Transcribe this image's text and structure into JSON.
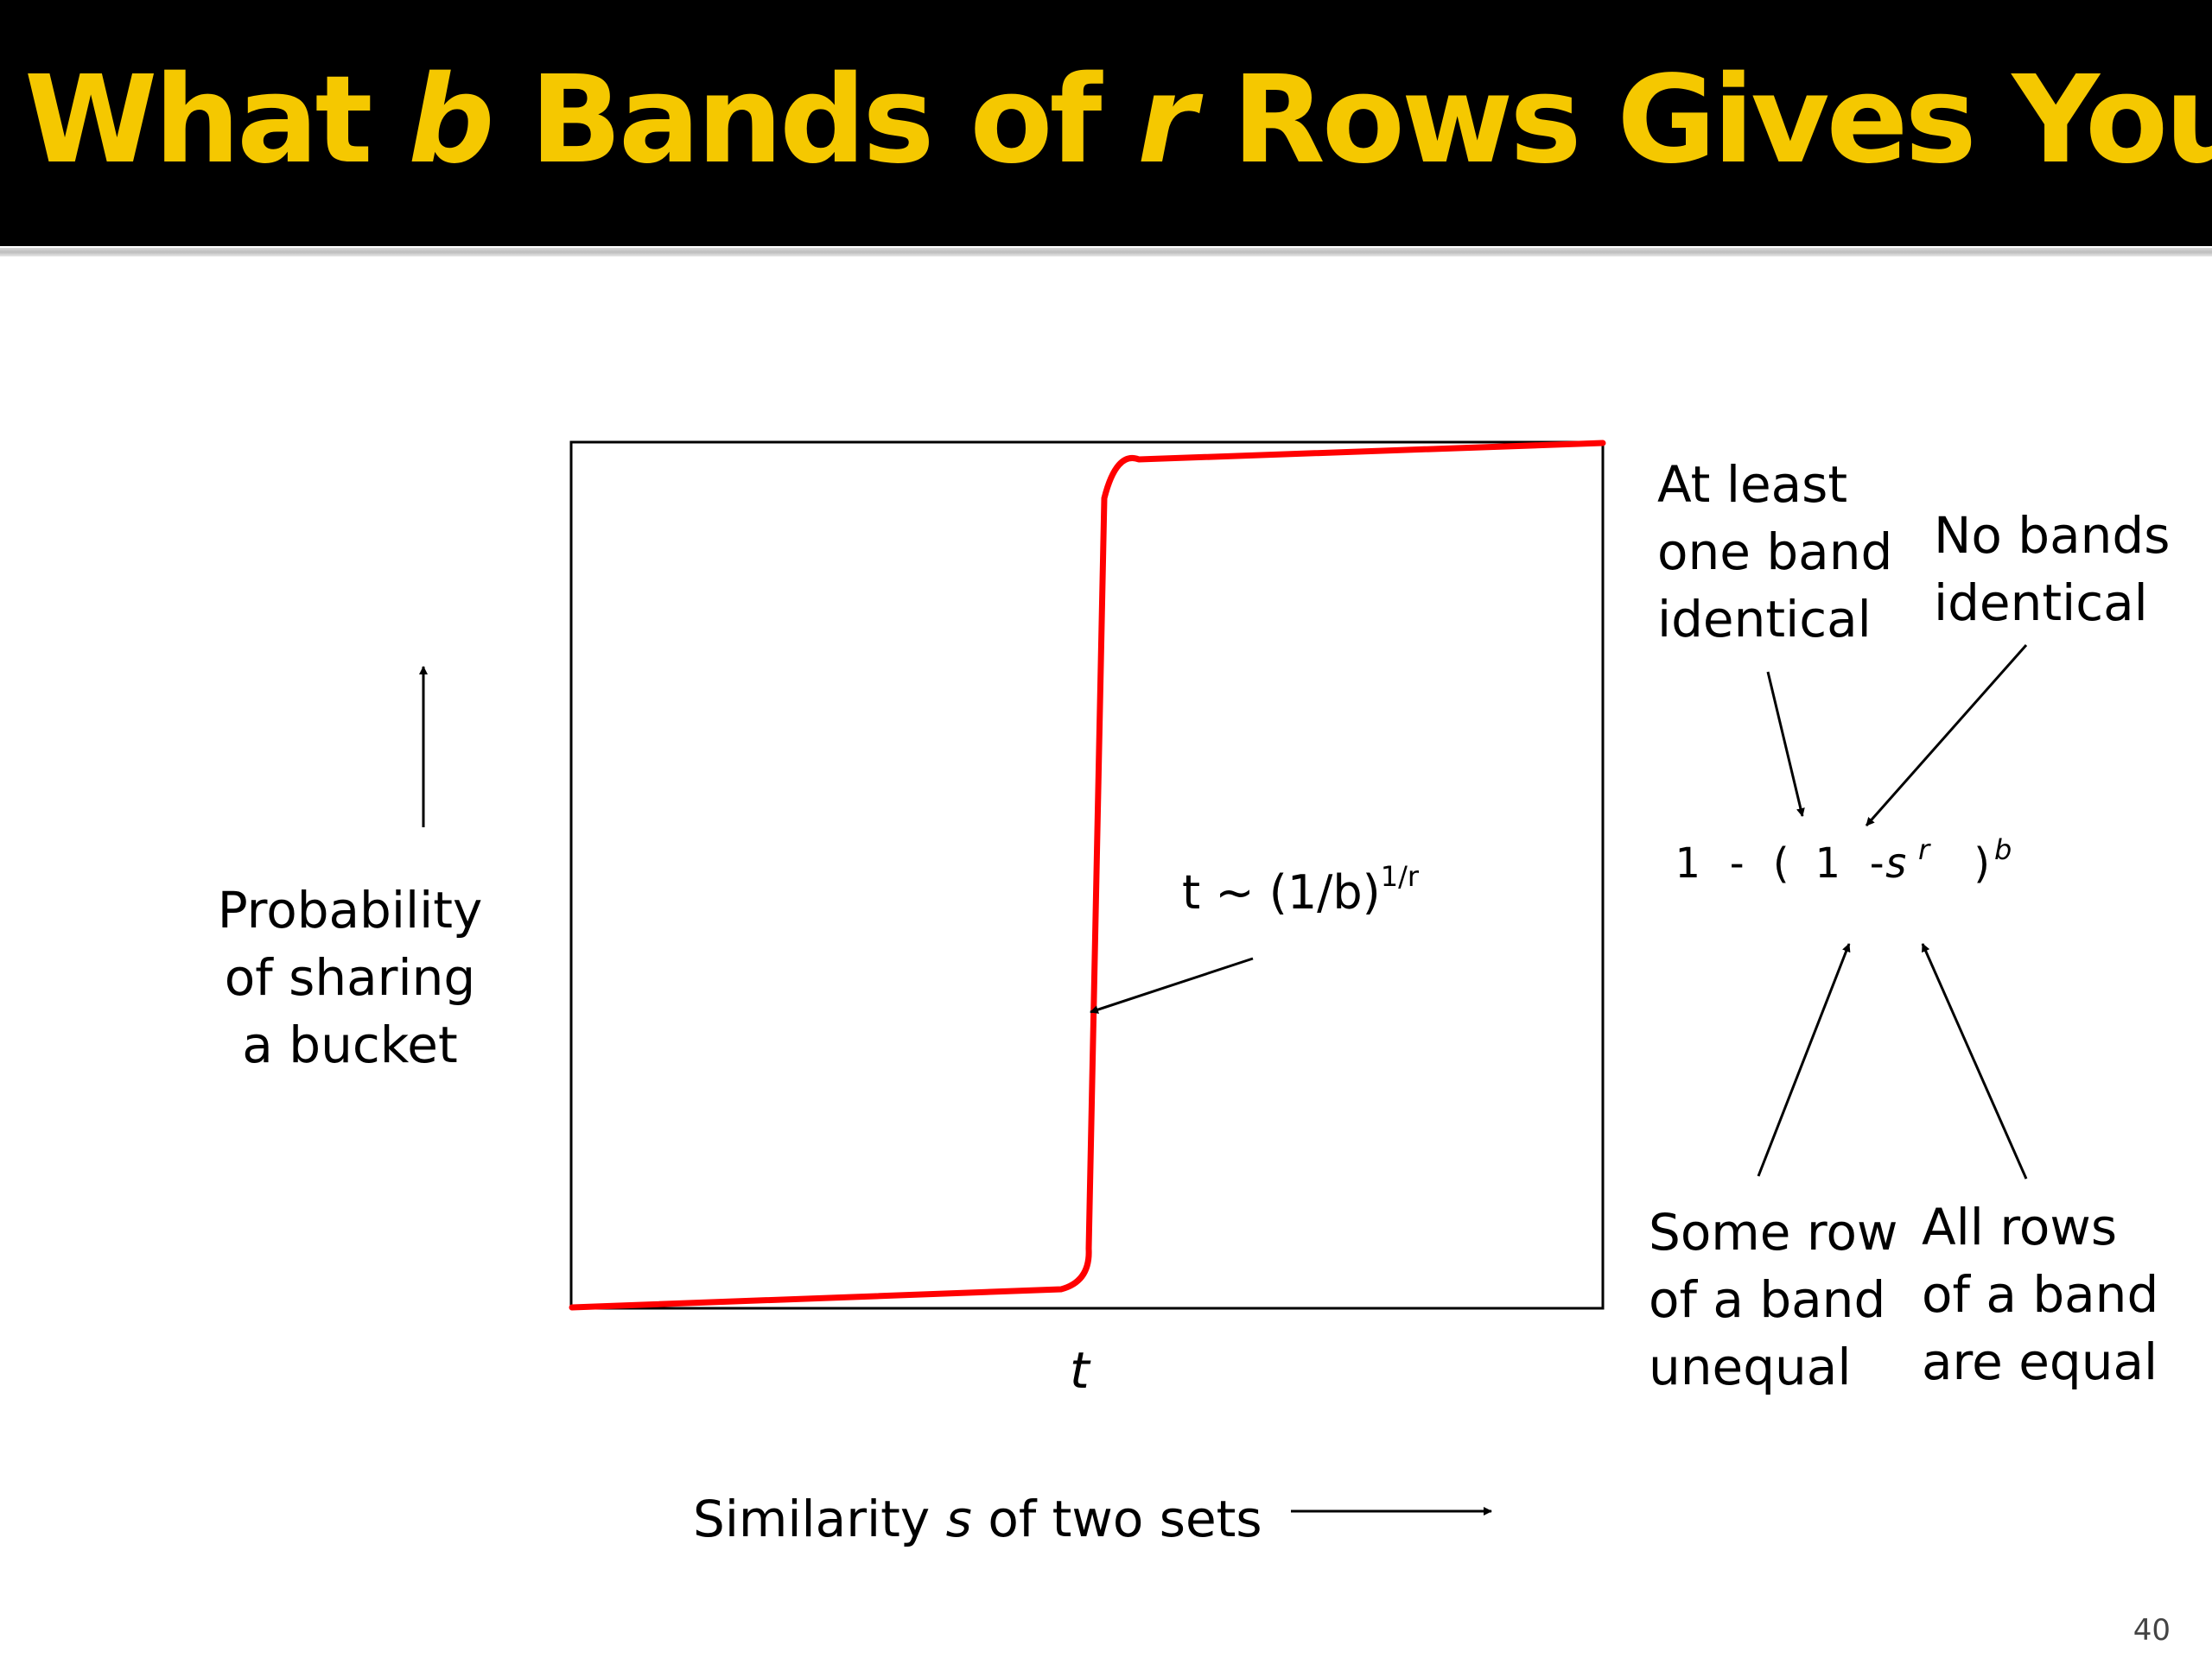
{
  "slide": {
    "title": {
      "part1": "What ",
      "var_b": "b",
      "part2": " Bands of ",
      "var_r": "r",
      "part3": " Rows Gives You"
    },
    "page_number": "40"
  },
  "plot": {
    "y_label": [
      "Probability",
      "of sharing",
      "a bucket"
    ],
    "x_label": {
      "part1": "Similarity ",
      "var": "s",
      "part2": "  of two sets"
    },
    "t_tick": "t",
    "threshold_annotation": {
      "base": "t ~ (1/b)",
      "exp": "1/r"
    },
    "colors": {
      "curve": "#ff0000",
      "frame": "#000000",
      "title": "#f5c800"
    }
  },
  "formula": {
    "one_minus": "1 -",
    "open_paren": "(",
    "inner_one_minus": "1 -",
    "s": "s",
    "r": "r",
    "close_paren": ")",
    "b": "b"
  },
  "annotations": {
    "at_least_one": [
      "At least",
      "one band",
      "identical"
    ],
    "no_bands": [
      "No bands",
      "identical"
    ],
    "some_row": [
      "Some row",
      "of a band",
      "unequal"
    ],
    "all_rows": [
      "All rows",
      "of a band",
      "are equal"
    ]
  }
}
